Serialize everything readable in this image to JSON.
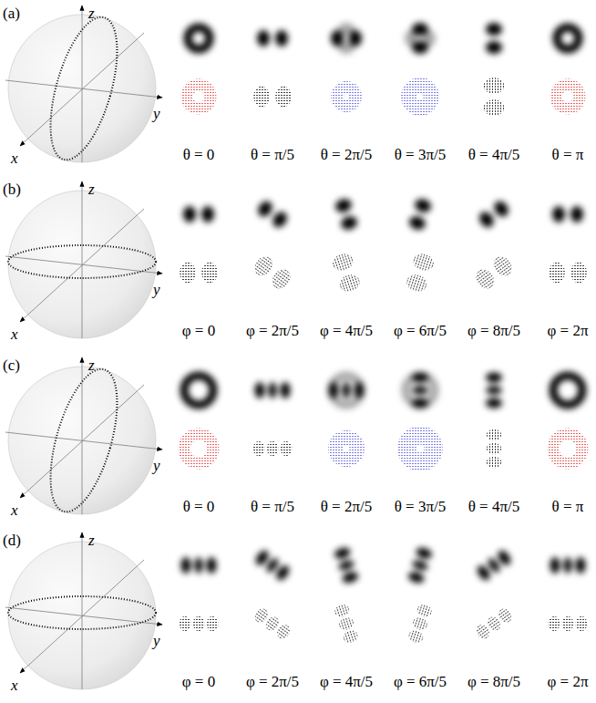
{
  "diagram": {
    "labels": [
      "(a)",
      "z",
      "x",
      "y",
      "θ = 0",
      "θ = π/5",
      "θ = 2π/5",
      "θ = 3π/5",
      "θ = 4π/5",
      "θ = π",
      "(b)",
      "z",
      "x",
      "y",
      "φ = 0",
      "φ = 2π/5",
      "φ = 4π/5",
      "φ = 6π/5",
      "φ = 8π/5",
      "φ = 2π",
      "(c)",
      "z",
      "x",
      "y",
      "θ = 0",
      "θ = π/5",
      "θ = 2π/5",
      "θ = 3π/5",
      "θ = 4π/5",
      "θ = π",
      "(d)",
      "z",
      "x",
      "y",
      "φ = 0",
      "φ = 2π/5",
      "φ = 4π/5",
      "φ = 6π/5",
      "φ = 8π/5",
      "φ = 2π"
    ]
  }
}
